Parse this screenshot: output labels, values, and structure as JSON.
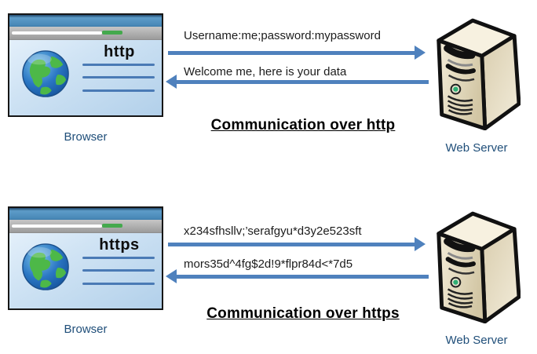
{
  "colors": {
    "arrow_blue": "#4f81bd",
    "entity_label_blue": "#1f4e79",
    "title_bar_blue": "#4a89b8",
    "progress_green": "#44a94d",
    "server_tan": "#e3d9bb"
  },
  "sections": [
    {
      "browser": {
        "label": "Browser",
        "protocol": "http"
      },
      "server": {
        "label": "Web Server"
      },
      "request_message": "Username:me;password:mypassword",
      "response_message": "Welcome me, here is your data",
      "caption": "Communication over http"
    },
    {
      "browser": {
        "label": "Browser",
        "protocol": "https"
      },
      "server": {
        "label": "Web Server"
      },
      "request_message": "x234sfhsllv;’serafgyu*d3y2e523sft",
      "response_message": "mors35d^4fg$2d!9*flpr84d<*7d5",
      "caption": "Communication over https"
    }
  ]
}
